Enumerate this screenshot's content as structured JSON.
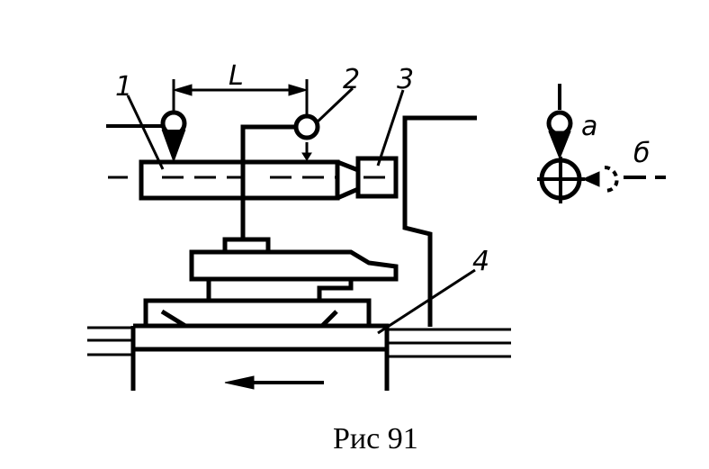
{
  "labels": {
    "part1": "1",
    "part2": "2",
    "part3": "3",
    "part4": "4",
    "distance": "L",
    "view_a": "a",
    "view_b": "б"
  },
  "caption": "Рис  91"
}
